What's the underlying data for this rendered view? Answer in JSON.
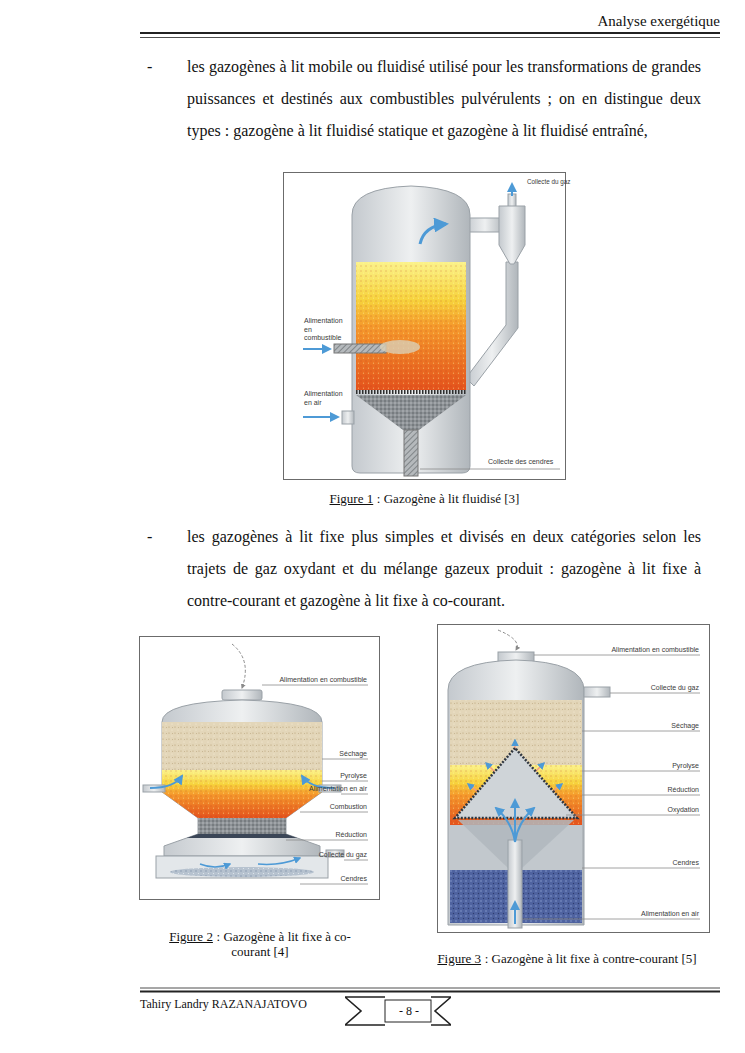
{
  "diagram": {
    "nodes": [
      {
        "text": [
          "Collecte du gaz",
          "Alimentation en combustible",
          "Alimentation en air",
          "Collecte des cendres"
        ]
      },
      {
        "text": [
          "Alimentation en combustible",
          "Séchage",
          "Pyrolyse",
          "Alimentation en air",
          "Combustion",
          "Réduction",
          "Collecte du gaz",
          "Cendres"
        ]
      },
      {
        "text": [
          "Alimentation en combustible",
          "Collecte du gaz",
          "Séchage",
          "Pyrolyse",
          "Réduction",
          "Oxydation",
          "Cendres",
          "Alimentation en air"
        ]
      },
      {
        "text": [
          "- 8 -"
        ]
      }
    ],
    "labels": [
      "Analyse exergétique",
      "-",
      "les gazogènes à lit mobile ou fluidisé utilisé pour les transformations de grandes puissances et destinés aux combustibles pulvérulents ; on en distingue deux types : gazogène à lit fluidisé statique et gazogène à lit fluidisé entraîné,",
      "Figure 1",
      ": Gazogène à lit fluidisé [3]",
      "-",
      "les gazogènes à lit fixe plus simples et divisés en deux catégories selon les trajets de gaz oxydant et du mélange gazeux produit : gazogène à lit fixe à contre-courant et gazogène à lit fixe à co-courant.",
      "Figure 2",
      ": Gazogène à lit fixe à co-courant [4]",
      "Figure 3",
      ": Gazogène à lit fixe à contre-courant [5]",
      "Tahiry Landry RAZANAJATOVO"
    ]
  }
}
